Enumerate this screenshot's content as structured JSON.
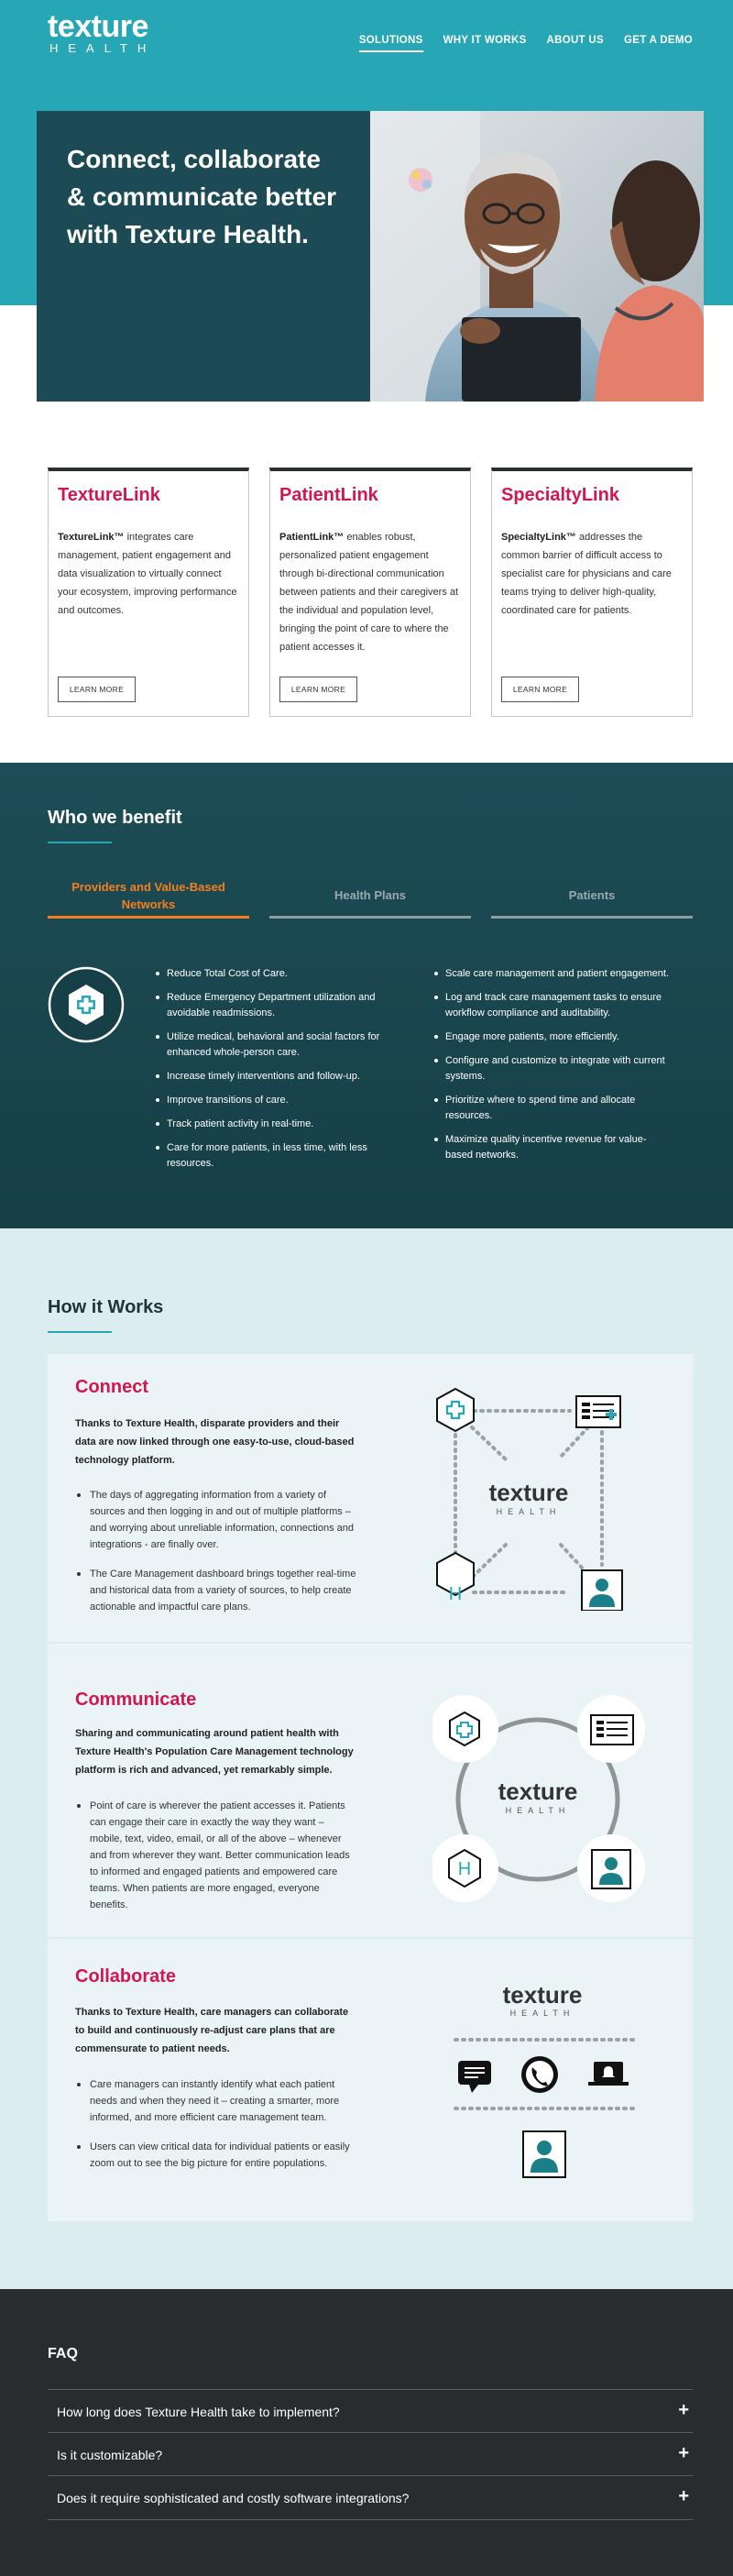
{
  "brand": {
    "logo_main": "texture",
    "logo_sub": "HEALTH",
    "color_teal": "#27a7b5",
    "color_dark": "#1d4b55",
    "color_accent": "#d2174e",
    "color_orange": "#f47f1f"
  },
  "nav": {
    "items": [
      {
        "label": "SOLUTIONS",
        "active": true
      },
      {
        "label": "WHY IT WORKS",
        "active": false
      },
      {
        "label": "ABOUT US",
        "active": false
      },
      {
        "label": "GET A DEMO",
        "active": false
      }
    ]
  },
  "hero": {
    "title": "Connect, collaborate & communicate better with Texture Health."
  },
  "products": [
    {
      "name": "TextureLink",
      "lead": "TextureLink™",
      "text": " integrates care management, patient engagement and data visualization to virtually connect your ecosystem, improving performance and outcomes.",
      "button": "LEARN MORE"
    },
    {
      "name": "PatientLink",
      "lead": "PatientLink™",
      "text": " enables robust, personalized patient engagement through bi-directional communication between patients and their caregivers at the individual and population level, bringing the point of care to where the patient accesses it.",
      "button": "LEARN MORE"
    },
    {
      "name": "SpecialtyLink",
      "lead": "SpecialtyLink™",
      "text": " addresses the common barrier of difficult access to specialist care for physicians and care teams trying to deliver high-quality, coordinated care for patients.",
      "button": "LEARN MORE"
    }
  ],
  "benefit": {
    "title": "Who we benefit",
    "tabs": [
      {
        "label": "Providers and Value-Based Networks",
        "active": true
      },
      {
        "label": "Health Plans",
        "active": false
      },
      {
        "label": "Patients",
        "active": false
      }
    ],
    "icon": "hexagon-plus-icon",
    "list_left": [
      "Reduce Total Cost of Care.",
      "Reduce Emergency Department utilization and avoidable readmissions.",
      "Utilize medical, behavioral and social factors for enhanced whole-person care.",
      "Increase timely interventions and follow-up.",
      "Improve transitions of care.",
      "Track patient activity in real-time.",
      "Care for more patients, in less time, with less resources."
    ],
    "list_right": [
      "Scale care management and patient engagement.",
      "Log and track care management tasks to ensure workflow compliance and auditability.",
      "Engage more patients, more efficiently.",
      "Configure and customize to integrate with current systems.",
      "Prioritize where to spend time and allocate resources.",
      "Maximize quality incentive revenue for value-based networks."
    ]
  },
  "how": {
    "title": "How it Works",
    "panels": [
      {
        "title": "Connect",
        "lead": "Thanks to Texture Health, disparate providers and their data are now linked through one easy-to-use, cloud-based technology platform.",
        "bullets": [
          "The days of aggregating information from a variety of sources and then logging in and out of multiple platforms – and worrying about unreliable information, connections and integrations - are finally over.",
          "The Care Management dashboard brings together real-time and historical data from a variety of sources, to help create actionable and impactful care plans."
        ]
      },
      {
        "title": "Communicate",
        "lead": "Sharing and communicating around patient health with Texture Health's Population Care Management technology platform is rich and advanced, yet remarkably simple.",
        "bullets": [
          "Point of care is wherever the patient accesses it. Patients can engage their care in exactly the way they want – mobile, text, video, email, or all of the above – whenever and from wherever they want. Better communication leads to informed and engaged patients and empowered care teams. When patients are more engaged, everyone benefits."
        ]
      },
      {
        "title": "Collaborate",
        "lead": "Thanks to Texture Health, care managers can collaborate to build and continuously re-adjust care plans that are commensurate to patient needs.",
        "bullets": [
          "Care managers can instantly identify what each patient needs and when they need it – creating a smarter, more informed, and more efficient care management team.",
          "Users can view critical data for individual patients or easily zoom out to see the big picture for entire populations."
        ]
      }
    ],
    "diagram_logo_main": "texture",
    "diagram_logo_sub": "HEALTH",
    "diagram_h_letter": "H"
  },
  "faq": {
    "title": "FAQ",
    "items": [
      {
        "q": "How long does Texture Health take to implement?",
        "icon": "plus-icon",
        "symbol": "+"
      },
      {
        "q": "Is it customizable?",
        "icon": "plus-icon",
        "symbol": "+"
      },
      {
        "q": "Does it require sophisticated and costly software integrations?",
        "icon": "plus-icon",
        "symbol": "+"
      }
    ]
  }
}
